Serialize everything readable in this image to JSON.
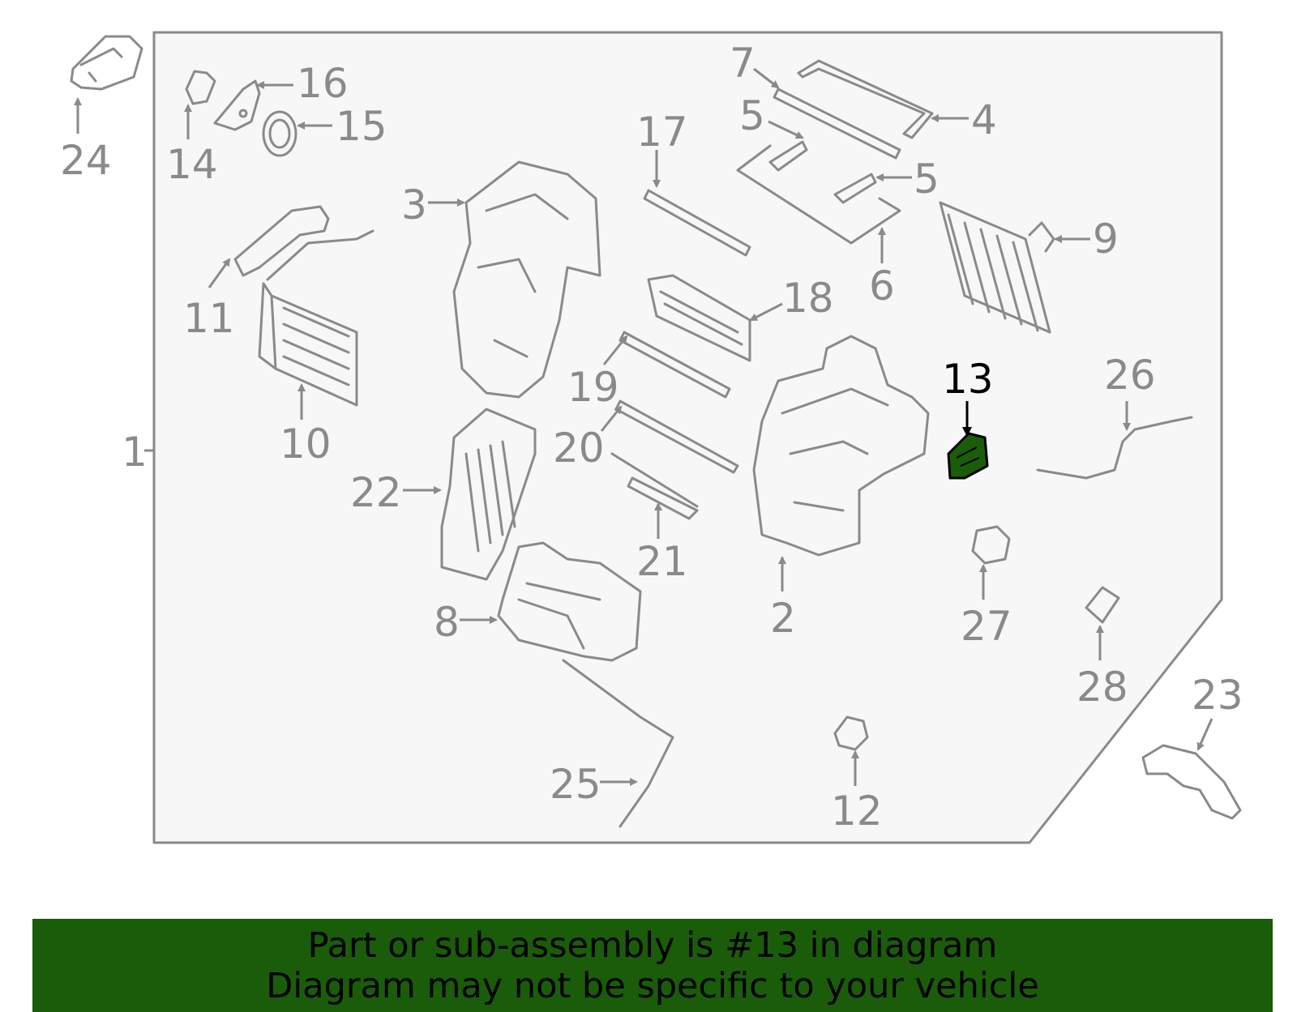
{
  "diagram": {
    "highlight_part": "13",
    "highlight_color": "#1a5c0a",
    "callouts": {
      "c1": "1",
      "c2": "2",
      "c3": "3",
      "c4": "4",
      "c5a": "5",
      "c5b": "5",
      "c6": "6",
      "c7": "7",
      "c8": "8",
      "c9": "9",
      "c10": "10",
      "c11": "11",
      "c12": "12",
      "c13": "13",
      "c14": "14",
      "c15": "15",
      "c16": "16",
      "c17": "17",
      "c18": "18",
      "c19": "19",
      "c20": "20",
      "c21": "21",
      "c22": "22",
      "c23": "23",
      "c24": "24",
      "c25": "25",
      "c26": "26",
      "c27": "27",
      "c28": "28"
    }
  },
  "banner": {
    "line1": "Part or sub-assembly is #13 in diagram",
    "line2": "Diagram may not be specific to your vehicle",
    "background": "#1a5c0a"
  }
}
